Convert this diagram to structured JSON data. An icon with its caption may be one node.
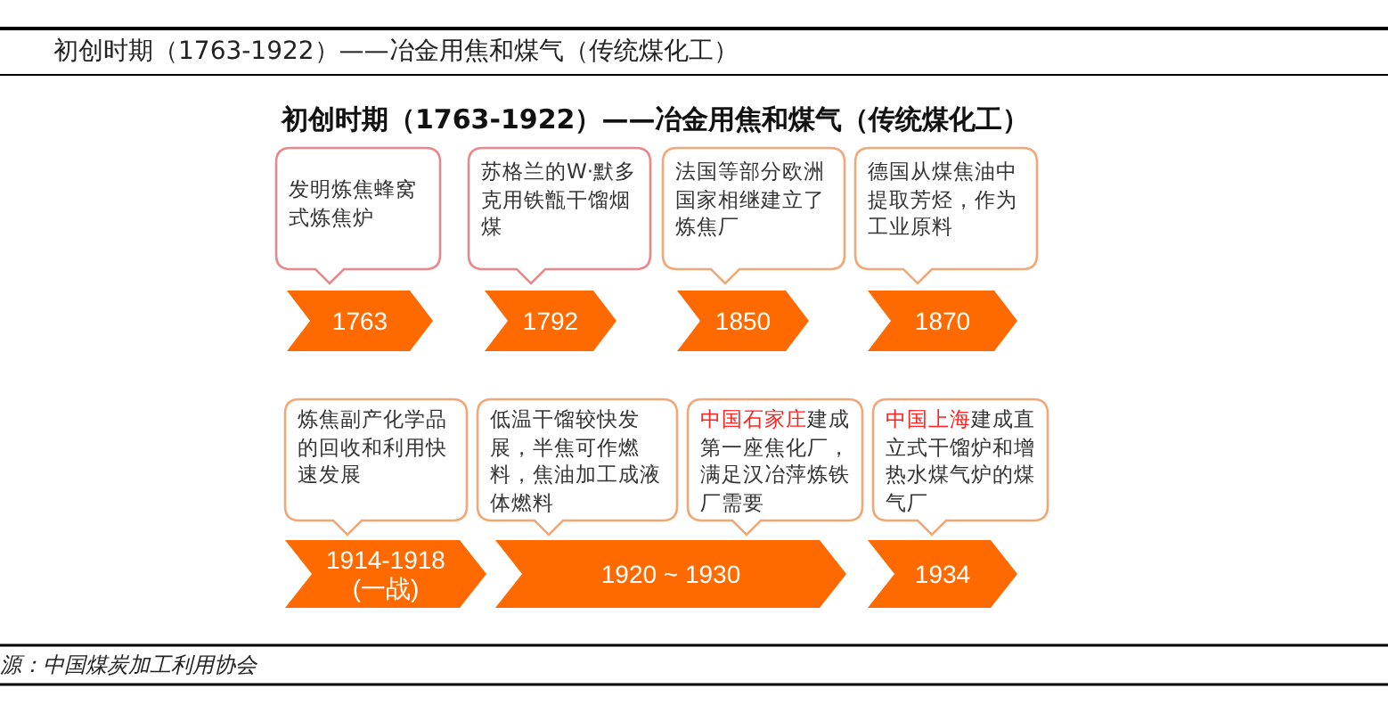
{
  "diagram": {
    "title": "初创时期（1763-1922）——冶金用焦和煤气（传统煤化工）",
    "nodes": [
      {
        "text": [
          "发明炼焦蜂窝式炼焦炉"
        ]
      },
      {
        "text": [
          "苏格兰的W·默多克用铁甑干馏烟煤"
        ]
      },
      {
        "text": [
          "法国等部分欧洲国家相继建立了炼焦厂"
        ]
      },
      {
        "text": [
          "德国从煤焦油中提取芳烃，作为工业原料"
        ]
      },
      {
        "text": [
          "1763"
        ]
      },
      {
        "text": [
          "1792"
        ]
      },
      {
        "text": [
          "1850"
        ]
      },
      {
        "text": [
          "1870"
        ]
      },
      {
        "text": [
          "炼焦副产化学品的回收和利用快速发展"
        ]
      },
      {
        "text": [
          "低温干馏较快发展，半焦可作燃料，焦油加工成液体燃料"
        ]
      },
      {
        "text": [
          "中国石家庄",
          "建成第一座焦化厂，满足汉冶萍炼铁厂需要"
        ]
      },
      {
        "text": [
          "中国上海",
          "建成直立式干馏炉和增热水煤气炉的煤气厂"
        ]
      },
      {
        "text": [
          "1914-1918 (一战)"
        ]
      },
      {
        "text": [
          "1920 ~ 1930"
        ]
      },
      {
        "text": [
          "1934"
        ]
      }
    ],
    "labels": [
      "初创时期（1763-1922）——冶金用焦和煤气（传统煤化工）"
    ],
    "caption": "源：中国煤炭加工利用协会"
  }
}
